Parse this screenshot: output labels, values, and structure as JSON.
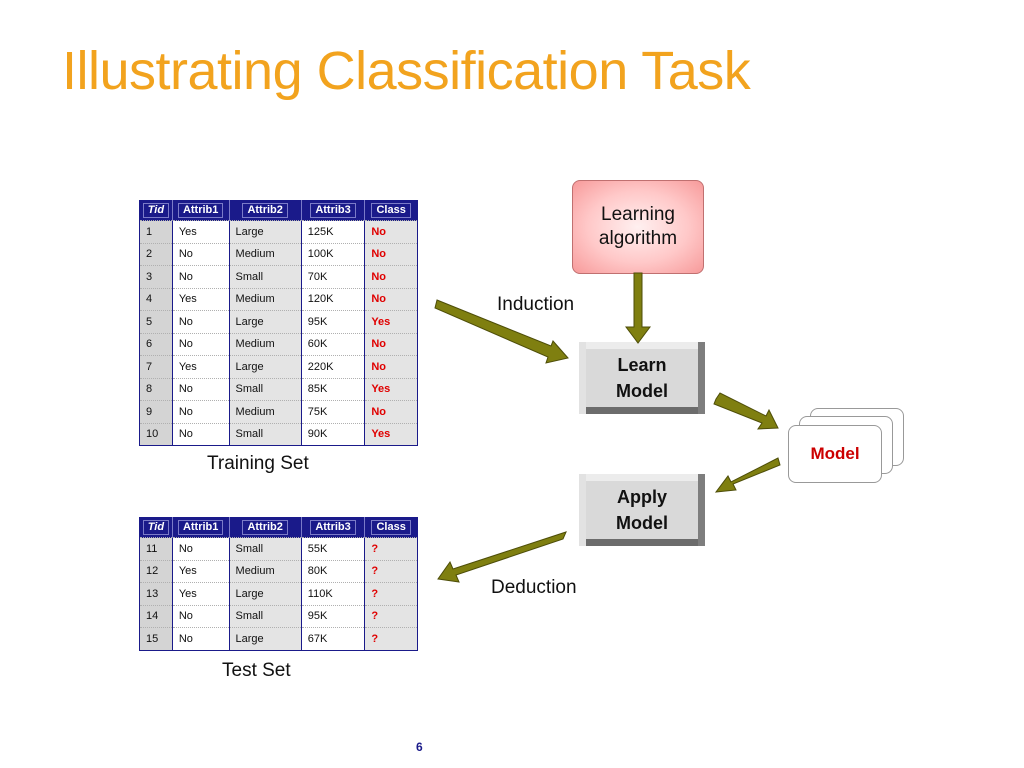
{
  "title": "Illustrating Classification Task",
  "headers": [
    "Tid",
    "Attrib1",
    "Attrib2",
    "Attrib3",
    "Class"
  ],
  "training_set": {
    "caption": "Training Set",
    "rows": [
      [
        "1",
        "Yes",
        "Large",
        "125K",
        "No"
      ],
      [
        "2",
        "No",
        "Medium",
        "100K",
        "No"
      ],
      [
        "3",
        "No",
        "Small",
        "70K",
        "No"
      ],
      [
        "4",
        "Yes",
        "Medium",
        "120K",
        "No"
      ],
      [
        "5",
        "No",
        "Large",
        "95K",
        "Yes"
      ],
      [
        "6",
        "No",
        "Medium",
        "60K",
        "No"
      ],
      [
        "7",
        "Yes",
        "Large",
        "220K",
        "No"
      ],
      [
        "8",
        "No",
        "Small",
        "85K",
        "Yes"
      ],
      [
        "9",
        "No",
        "Medium",
        "75K",
        "No"
      ],
      [
        "10",
        "No",
        "Small",
        "90K",
        "Yes"
      ]
    ]
  },
  "test_set": {
    "caption": "Test Set",
    "rows": [
      [
        "11",
        "No",
        "Small",
        "55K",
        "?"
      ],
      [
        "12",
        "Yes",
        "Medium",
        "80K",
        "?"
      ],
      [
        "13",
        "Yes",
        "Large",
        "110K",
        "?"
      ],
      [
        "14",
        "No",
        "Small",
        "95K",
        "?"
      ],
      [
        "15",
        "No",
        "Large",
        "67K",
        "?"
      ]
    ]
  },
  "diagram": {
    "learning_algorithm": [
      "Learning",
      "algorithm"
    ],
    "learn_model": [
      "Learn",
      "Model"
    ],
    "apply_model": [
      "Apply",
      "Model"
    ],
    "model": "Model",
    "induction": "Induction",
    "deduction": "Deduction"
  },
  "page_number": "6",
  "colors": {
    "title": "#f2a31e",
    "table_header": "#1a1a8a",
    "class_value": "#e00000",
    "arrow": "#7f7f10",
    "model_text": "#cc0000"
  }
}
